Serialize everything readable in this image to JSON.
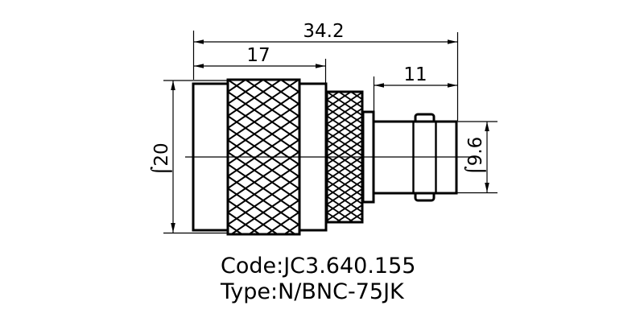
{
  "page": {
    "background": "#ffffff",
    "line_color": "#000000"
  },
  "drawing": {
    "title": "N/BNC adapter technical drawing",
    "dims": {
      "overall_length": "34.2",
      "coupling_length": "17",
      "bnc_length": "11",
      "body_diameter": "⌠20",
      "bnc_diameter": "⌠9.6"
    },
    "labels": {
      "code": "Code:JC3.640.155",
      "type": "Type:N/BNC-75JK"
    }
  }
}
